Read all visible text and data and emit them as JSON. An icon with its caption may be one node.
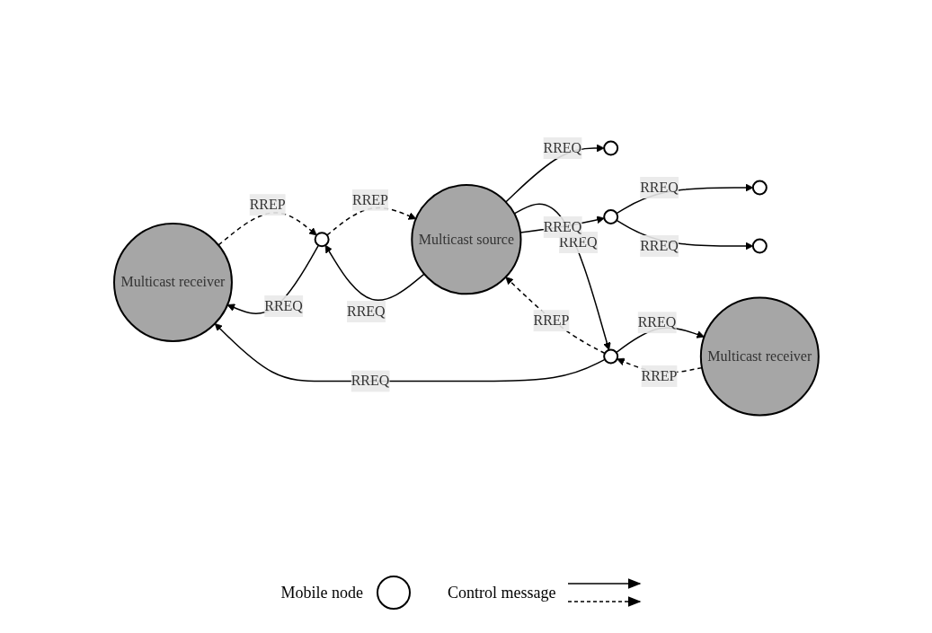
{
  "diagram": {
    "nodes": [
      {
        "text": [
          "Multicast receiver"
        ]
      },
      {
        "text": [],
        "shape": "circle"
      },
      {
        "text": [],
        "shape": "circle"
      },
      {
        "text": [],
        "shape": "circle"
      },
      {
        "text": [],
        "shape": "circle"
      },
      {
        "text": [
          "Multicast source"
        ]
      },
      {
        "text": [],
        "shape": "circle"
      },
      {
        "text": [],
        "shape": "circle"
      },
      {
        "text": [
          "Multicast receiver"
        ]
      }
    ],
    "edges": [
      {
        "from": 0,
        "to": 1,
        "arrow": "to",
        "label": "RREP",
        "style": "dashed"
      },
      {
        "from": 1,
        "to": 0,
        "arrow": "to",
        "label": "RREQ"
      },
      {
        "from": 1,
        "to": 5,
        "arrow": "to",
        "label": "RREP",
        "style": "dashed"
      },
      {
        "from": 5,
        "to": 1,
        "arrow": "to",
        "label": "RREQ"
      },
      {
        "from": 5,
        "to": 2,
        "arrow": "to",
        "label": "RREQ"
      },
      {
        "from": 4,
        "to": 0,
        "arrow": "to",
        "label": "RREQ"
      },
      {
        "from": 5,
        "to": 4,
        "arrow": "to",
        "label": "RREQ"
      },
      {
        "from": 4,
        "to": 5,
        "arrow": "to",
        "label": "RREP",
        "style": "dashed"
      },
      {
        "from": 5,
        "to": 6,
        "arrow": "to",
        "label": "RREQ"
      },
      {
        "from": 6,
        "to": 3,
        "arrow": "to",
        "label": "RREQ"
      },
      {
        "from": 6,
        "to": 7,
        "arrow": "to",
        "label": "RREQ"
      },
      {
        "from": 4,
        "to": 8,
        "arrow": "to",
        "label": "RREQ"
      },
      {
        "from": 8,
        "to": 4,
        "arrow": "to",
        "label": "RREP",
        "style": "dashed"
      }
    ],
    "legend": [
      {
        "text": "Mobile node"
      },
      {
        "text": "Control message"
      }
    ]
  }
}
